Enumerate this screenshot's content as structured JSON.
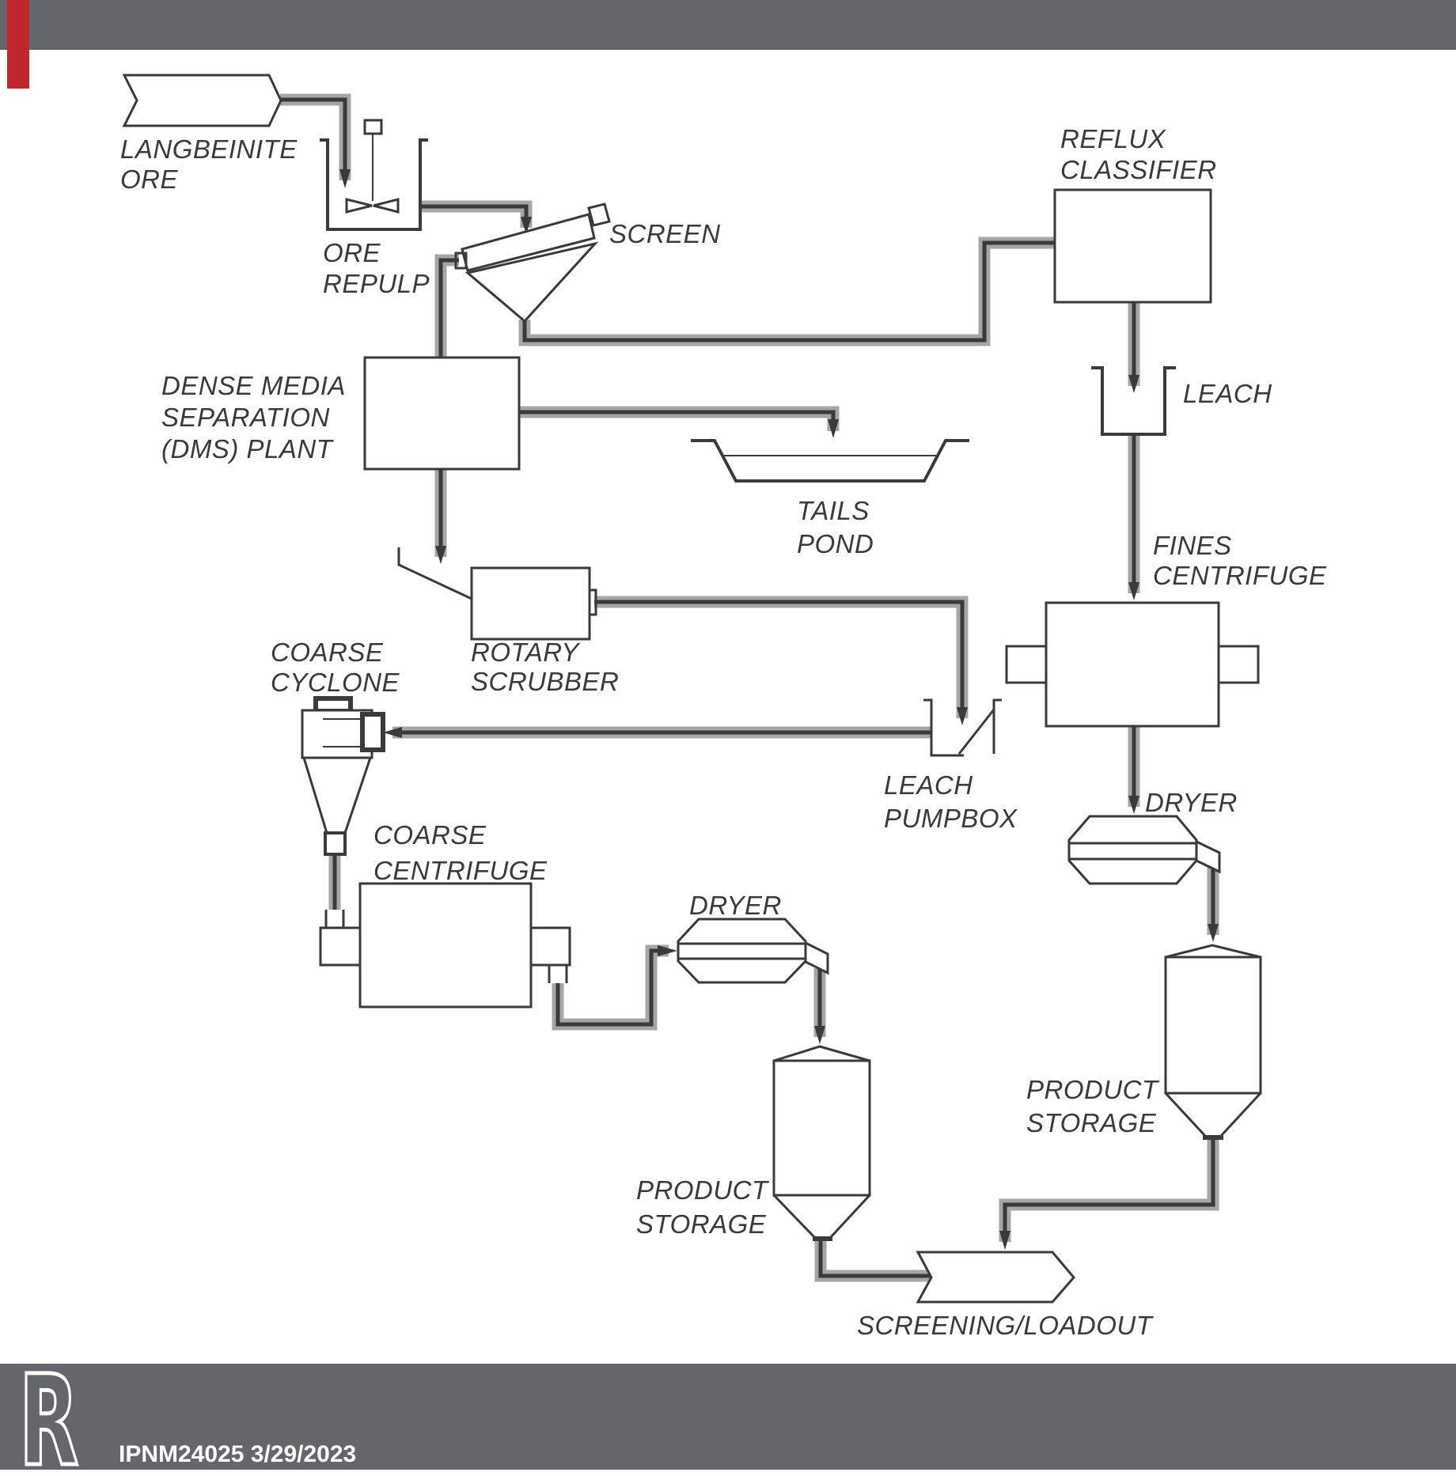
{
  "colors": {
    "band_gray": "#63666a",
    "accent_red": "#c1272d",
    "line_dark": "#3a3a3c",
    "pipe_gray": "#a6a6a6",
    "background": "#ffffff"
  },
  "nodes": {
    "langbeinite_ore": [
      "LANGBEINITE",
      "ORE"
    ],
    "ore_repulp": [
      "ORE",
      "REPULP"
    ],
    "screen": [
      "SCREEN"
    ],
    "reflux_classifier": [
      "REFLUX",
      "CLASSIFIER"
    ],
    "leach": [
      "LEACH"
    ],
    "dms_plant": [
      "DENSE MEDIA",
      "SEPARATION",
      "(DMS) PLANT"
    ],
    "tails_pond": [
      "TAILS",
      "POND"
    ],
    "fines_centrifuge": [
      "FINES",
      "CENTRIFUGE"
    ],
    "rotary_scrubber": [
      "ROTARY",
      "SCRUBBER"
    ],
    "coarse_cyclone": [
      "COARSE",
      "CYCLONE"
    ],
    "leach_pumpbox": [
      "LEACH",
      "PUMPBOX"
    ],
    "dryer_fines": [
      "DRYER"
    ],
    "coarse_centrifuge": [
      "COARSE",
      "CENTRIFUGE"
    ],
    "dryer_coarse": [
      "DRYER"
    ],
    "product_storage_fines": [
      "PRODUCT",
      "STORAGE"
    ],
    "product_storage_coarse": [
      "PRODUCT",
      "STORAGE"
    ],
    "screening_loadout": [
      "SCREENING/LOADOUT"
    ]
  },
  "footer": {
    "doc_id_date": "IPNM24025 3/29/2023",
    "logo_letter": "R"
  }
}
